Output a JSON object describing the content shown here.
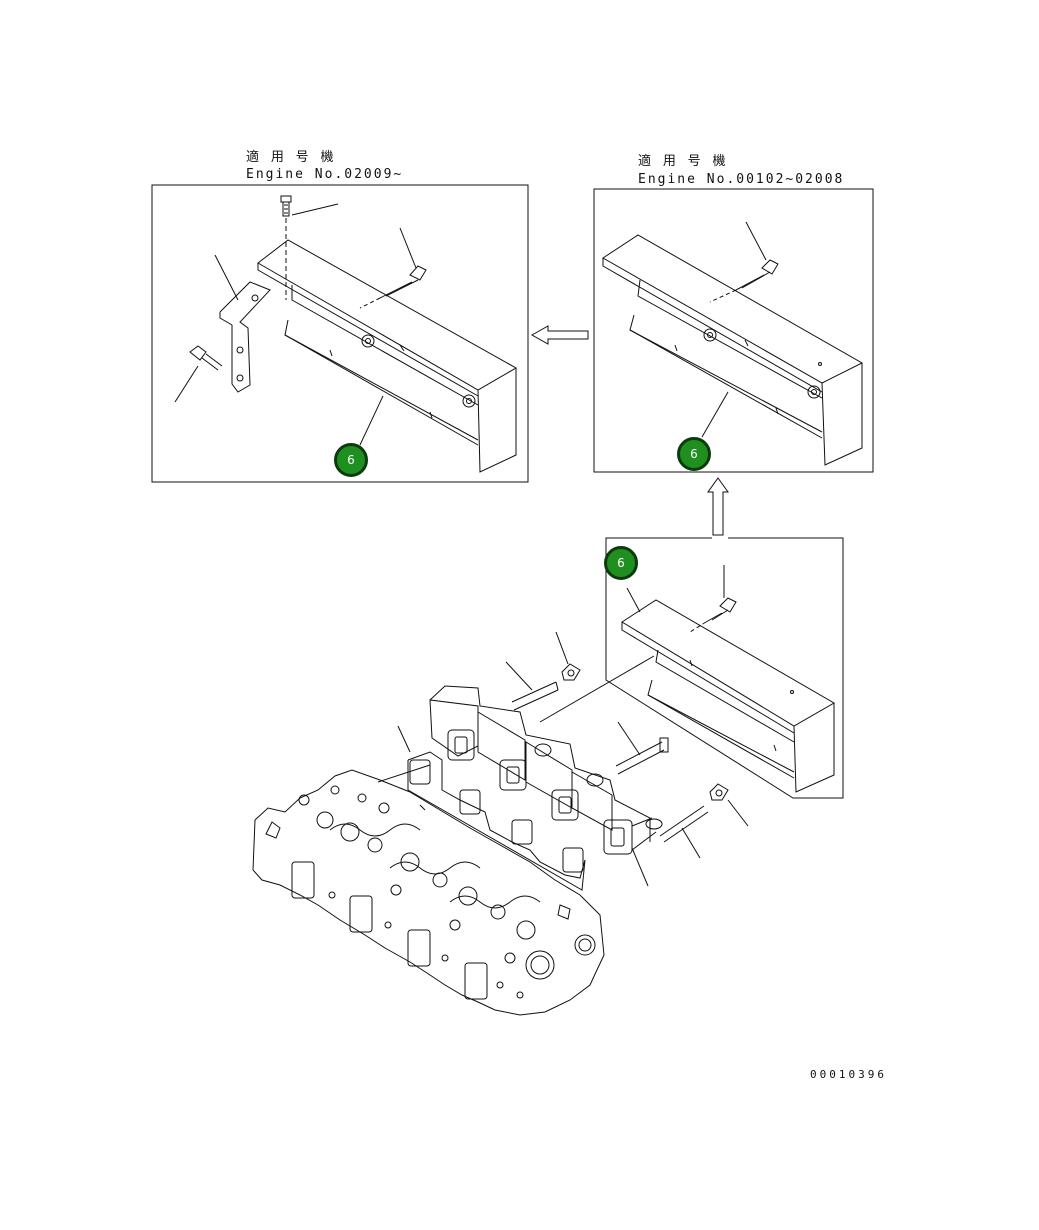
{
  "panels": {
    "left": {
      "applicable_label": "適 用 号 機",
      "engine_range": "Engine No.02009~"
    },
    "right": {
      "applicable_label": "適 用 号 機",
      "engine_range": "Engine No.00102~02008"
    }
  },
  "callouts": [
    {
      "label": "6"
    },
    {
      "label": "6"
    },
    {
      "label": "6"
    }
  ],
  "drawing_number": "00010396",
  "colors": {
    "callout_fill": "#1f8f1f",
    "callout_border": "#0d3b0d",
    "line": "#111111"
  }
}
